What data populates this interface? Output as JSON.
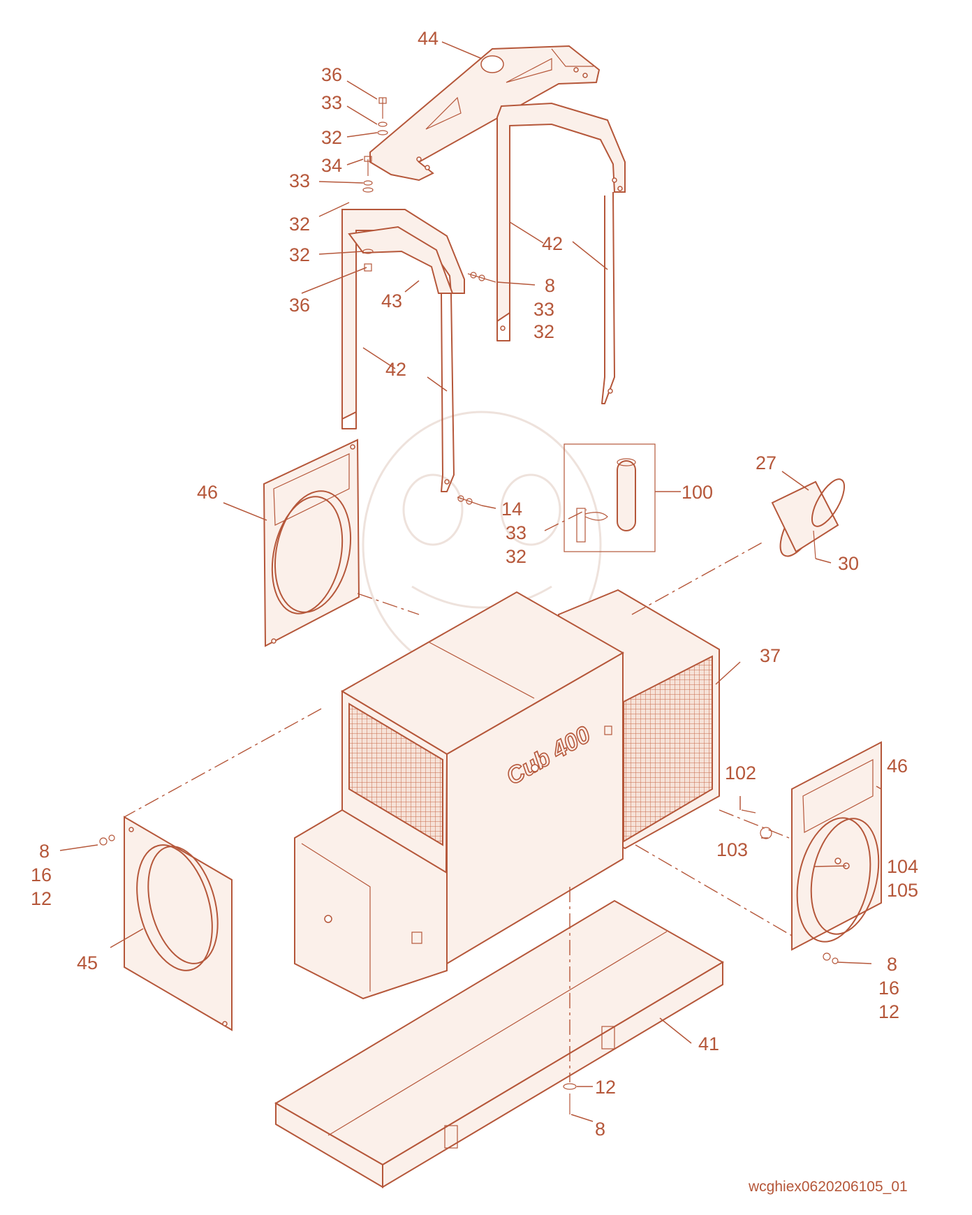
{
  "diagram": {
    "brand_text": "Cub 400",
    "document_id": "wcghiex0620206105_01",
    "colors": {
      "line": "#b5573a",
      "fill": "#fbf0ea",
      "background": "#ffffff"
    },
    "callouts": {
      "p44": "44",
      "p36a": "36",
      "p33a": "33",
      "p32a": "32",
      "p34": "34",
      "p33b": "33",
      "p32b": "32",
      "p32c": "32",
      "p36b": "36",
      "p43": "43",
      "p42a": "42",
      "p42b": "42",
      "p8a": "8",
      "p33c": "33",
      "p32d": "32",
      "p46a": "46",
      "p14": "14",
      "p33d": "33",
      "p32e": "32",
      "p100": "100",
      "p27": "27",
      "p30": "30",
      "p37": "37",
      "p102": "102",
      "p46b": "46",
      "p103": "103",
      "p104": "104",
      "p105": "105",
      "p8b": "8",
      "p16a": "16",
      "p12a": "12",
      "p45": "45",
      "p8c": "8",
      "p16b": "16",
      "p12b": "12",
      "p41": "41",
      "p12c": "12",
      "p8d": "8"
    }
  }
}
